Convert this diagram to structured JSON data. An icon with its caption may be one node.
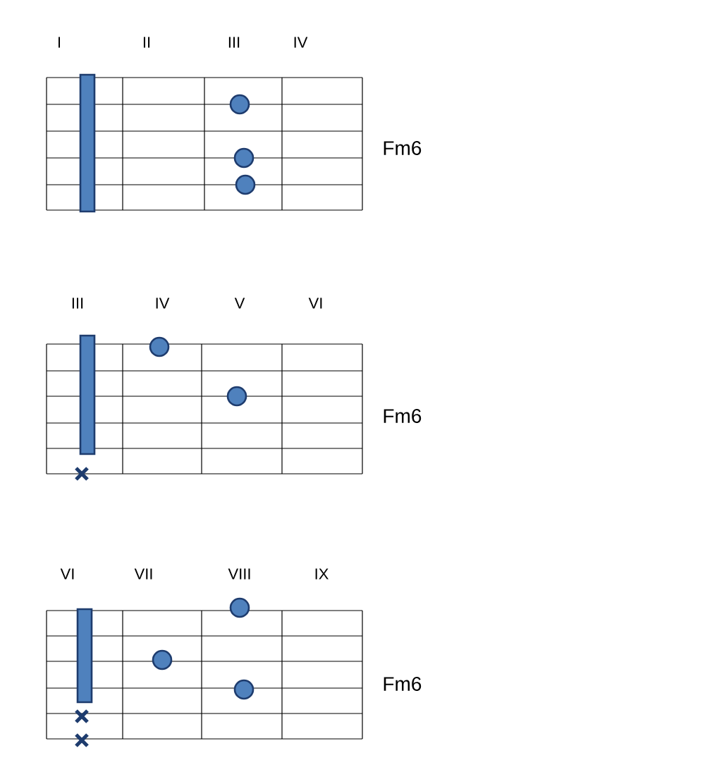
{
  "diagram": {
    "labels": [
      "I",
      "II",
      "III",
      "IV",
      "Fm6",
      "III",
      "IV",
      "V",
      "VI",
      "Fm6",
      "VI",
      "VII",
      "VIII",
      "IX",
      "Fm6"
    ]
  }
}
